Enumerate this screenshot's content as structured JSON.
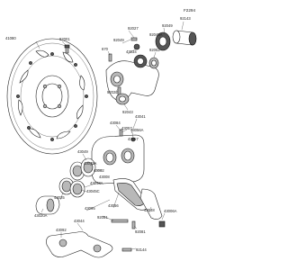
{
  "figure_code": "F2294",
  "labels": [
    {
      "id": "41080",
      "text": "41080"
    },
    {
      "id": "92001",
      "text": "92001"
    },
    {
      "id": "92027",
      "text": "92027"
    },
    {
      "id": "92143",
      "text": "92143"
    },
    {
      "id": "92049a",
      "text": "92049"
    },
    {
      "id": "92049b",
      "text": "92049"
    },
    {
      "id": "92049A",
      "text": "92049A"
    },
    {
      "id": "43034",
      "text": "43034"
    },
    {
      "id": "92052",
      "text": "92052"
    },
    {
      "id": "670",
      "text": "670"
    },
    {
      "id": "92022",
      "text": "92022"
    },
    {
      "id": "92043",
      "text": "92043"
    },
    {
      "id": "43041",
      "text": "43041"
    },
    {
      "id": "43084",
      "text": "43084"
    },
    {
      "id": "43057",
      "text": "43057"
    },
    {
      "id": "43056A",
      "text": "43056A"
    },
    {
      "id": "43057b",
      "text": "43057"
    },
    {
      "id": "43049",
      "text": "43049"
    },
    {
      "id": "43045A",
      "text": "43045A"
    },
    {
      "id": "43082",
      "text": "43082"
    },
    {
      "id": "43008",
      "text": "43008"
    },
    {
      "id": "43048A",
      "text": "43048A"
    },
    {
      "id": "43045C",
      "text": "43045C"
    },
    {
      "id": "43025",
      "text": "43025"
    },
    {
      "id": "43020A",
      "text": "43020A"
    },
    {
      "id": "43044",
      "text": "43044"
    },
    {
      "id": "92081",
      "text": "92081"
    },
    {
      "id": "43095",
      "text": "43095"
    },
    {
      "id": "43056",
      "text": "43056"
    },
    {
      "id": "43048",
      "text": "43048"
    },
    {
      "id": "43006A",
      "text": "43006A"
    },
    {
      "id": "43092",
      "text": "43092"
    },
    {
      "id": "92081b",
      "text": "92081"
    },
    {
      "id": "92144",
      "text": "92144"
    }
  ]
}
